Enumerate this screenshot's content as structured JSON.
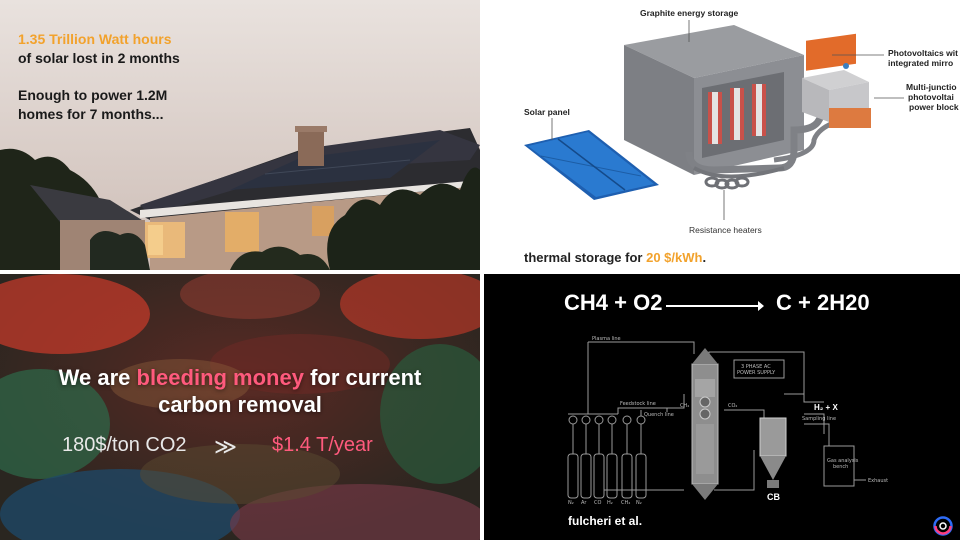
{
  "panels": {
    "solar_loss": {
      "headline_accent": "1.35 Trillion Watt hours",
      "headline_rest": "of solar lost in 2 months",
      "subline_1": "Enough to power 1.2M",
      "subline_2": "homes for 7 months..."
    },
    "thermal_storage": {
      "labels": {
        "graphite": "Graphite energy storage",
        "pv_mirror_1": "Photovoltaics wit",
        "pv_mirror_2": "integrated mirro",
        "junction_1": "Multi-junctio",
        "junction_2": "photovoltai",
        "junction_3": "power block",
        "solar_panel": "Solar panel",
        "heaters": "Resistance heaters"
      },
      "caption_prefix": "thermal storage for ",
      "caption_accent": "20 $/kWh",
      "caption_suffix": "."
    },
    "carbon_removal": {
      "line1_a": "We are ",
      "line1_accent": "bleeding money",
      "line1_b": " for current",
      "line2": "carbon removal",
      "cost_per_ton": "180$/ton CO2",
      "arrow": "≫",
      "cost_per_year": "$1.4 T/year"
    },
    "methane_pyrolysis": {
      "equation_left": "CH4 + O2",
      "equation_right": "C + 2H20",
      "credit": "fulcheri et al.",
      "diagram_labels": {
        "plasma_line": "Plasma line",
        "power_supply_1": "3 PHASE AC",
        "power_supply_2": "POWER SUPPLY",
        "feedstock": "Feedstock line",
        "quench": "Quench line",
        "ch4": "CH₄",
        "co2": "CO₂",
        "h2": "H₂ + X",
        "cb": "CB",
        "sampling": "Sampling line",
        "gas_analysis_1": "Gas analysis",
        "gas_analysis_2": "bench",
        "exhaust": "Exhaust",
        "gas_1": "N₂",
        "gas_2": "Ar",
        "gas_3": "CO",
        "gas_4": "H₂",
        "gas_5": "CH₄",
        "gas_6": "N₂"
      }
    }
  },
  "colors": {
    "accent_orange": "#f2a22c",
    "accent_pink": "#ff5a7d",
    "logo_blue": "#2e6cf6",
    "logo_pink": "#ff3d7f"
  }
}
